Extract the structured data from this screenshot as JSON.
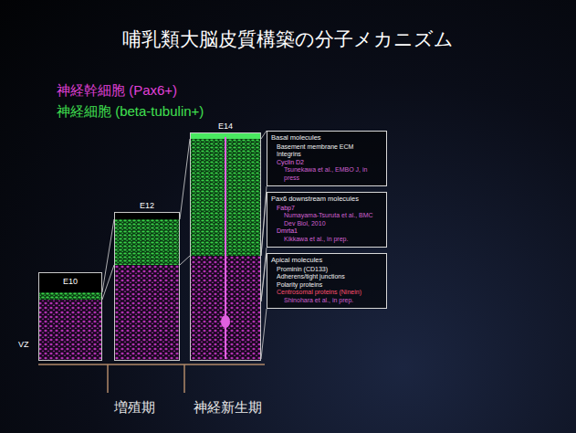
{
  "diagram": {
    "title": "哺乳類大脳皮質構築の分子メカニズム",
    "nodes": [
      {
        "text": [
          "E10"
        ]
      },
      {
        "text": [
          "E12"
        ]
      },
      {
        "text": [
          "E14"
        ]
      },
      {
        "text": [
          "Basal molecules",
          "Basement membrane ECM",
          "Integrins",
          "Cyclin D2",
          "Tsunekawa et al., EMBO J, in press"
        ]
      },
      {
        "text": [
          "Pax6 downstream molecules",
          "Fabp7",
          "Numayama-Tsuruta et al., BMC Dev Biol, 2010",
          "Dmrta1",
          "Kikkawa et al., in prep."
        ]
      },
      {
        "text": [
          "Apical molecules",
          "Prominin (CD133)",
          "Adherens/tight junctions",
          "Polarity proteins",
          "Centrosomal proteins (Ninein)",
          "Shinohara et al., in prep."
        ]
      }
    ],
    "labels": [
      "神経幹細胞 (Pax6+)",
      "神経細胞 (beta-tubulin+)",
      "VZ",
      "増殖期",
      "神経新生期"
    ]
  }
}
